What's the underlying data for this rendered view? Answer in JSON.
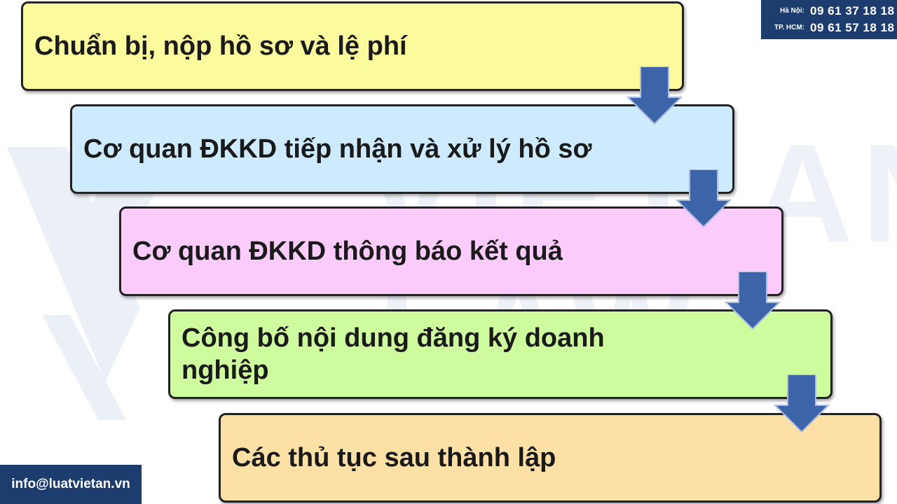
{
  "contact": {
    "hanoi_label": "Hà Nội:",
    "hanoi_phone": "09 61 37 18 18",
    "hcm_label": "TP. HCM:",
    "hcm_phone": "09 61 57 18 18",
    "email": "info@luatvietan.vn"
  },
  "watermark": {
    "line1": "VIET AN",
    "line2": "LAW"
  },
  "steps": [
    {
      "label": "Chuẩn bị, nộp hồ sơ và lệ phí",
      "color": "#fbfb9e"
    },
    {
      "label": "Cơ quan ĐKKD tiếp nhận và xử lý hồ sơ",
      "color": "#cdeafe"
    },
    {
      "label": "Cơ quan ĐKKD thông báo kết quả",
      "color": "#fbcbfb"
    },
    {
      "label": "Công bố nội dung đăng ký doanh nghiệp",
      "color": "#cdfb9e"
    },
    {
      "label": "Các thủ tục sau thành lập",
      "color": "#fde0a6"
    }
  ],
  "arrow_color": "#3d64a8",
  "brand_color": "#1d3d6f"
}
